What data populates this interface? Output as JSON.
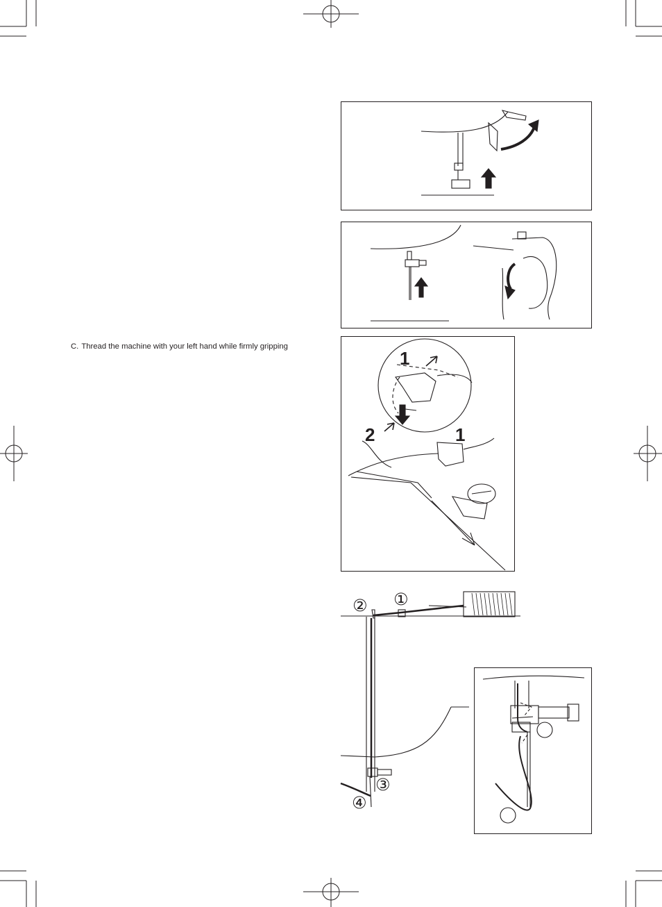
{
  "instructions": [
    {
      "label": "C.",
      "text": "Thread the machine with your left hand while firmly gripping"
    }
  ],
  "figure_markers": {
    "fig3_callout_1": "1",
    "fig3_callout_2": "2",
    "fig3_callout_1b": "1",
    "fig4_step_1": "①",
    "fig4_step_2": "②",
    "fig4_step_3": "③",
    "fig4_step_4": "④"
  },
  "colors": {
    "ink": "#231f20",
    "paper": "#ffffff"
  }
}
